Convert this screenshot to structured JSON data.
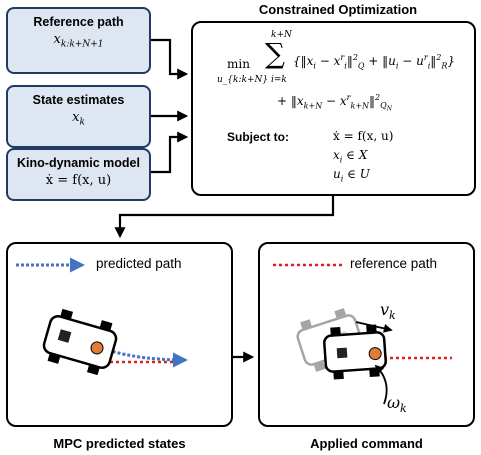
{
  "inputs": [
    {
      "title": "Reference path",
      "math": "x_{k:k+N+1}"
    },
    {
      "title": "State estimates",
      "math": "x_k"
    },
    {
      "title": "Kino-dynamic model",
      "math": "ẋ = f(x, u)"
    }
  ],
  "optimization": {
    "title": "Constrained Optimization",
    "objective_line1": "min   Σ {‖xᵢ − xᵢʳ‖²_Q + ‖uᵢ − uᵢʳ‖²_R}",
    "min_sub": "u_{k:k+N}",
    "sum_top": "k+N",
    "sum_bottom": "i=k",
    "objective_line2": "+ ‖x_{k+N} − xʳ_{k+N}‖²_{Q_N}",
    "subject_to_label": "Subject to:",
    "constraints": [
      "ẋ = f(x, u)",
      "xᵢ ∈ X",
      "uᵢ ∈ U"
    ]
  },
  "left_panel": {
    "legend": "predicted path",
    "caption": "MPC predicted states"
  },
  "right_panel": {
    "legend": "reference path",
    "caption": "Applied command",
    "velocity_label": "v_k",
    "angular_label": "ω_k"
  },
  "colors": {
    "input_fill": "#dde6f1",
    "input_border": "#1f3b63",
    "predicted": "#4472c4",
    "reference": "#e02020",
    "robot_dot": "#e07b39"
  }
}
